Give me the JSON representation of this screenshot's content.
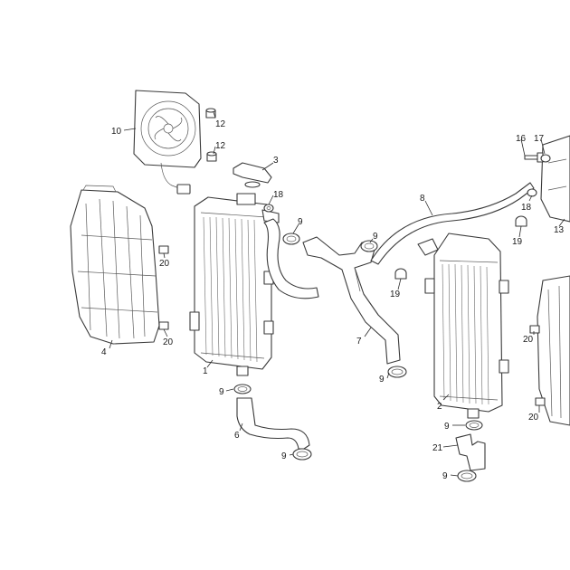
{
  "callouts": {
    "c1": "1",
    "c2": "2",
    "c3": "3",
    "c4": "4",
    "c6": "6",
    "c7": "7",
    "c8": "8",
    "c9": "9",
    "c10": "10",
    "c12": "12",
    "c13": "13",
    "c16": "16",
    "c17": "17",
    "c18": "18",
    "c19": "19",
    "c20": "20",
    "c21": "21"
  }
}
